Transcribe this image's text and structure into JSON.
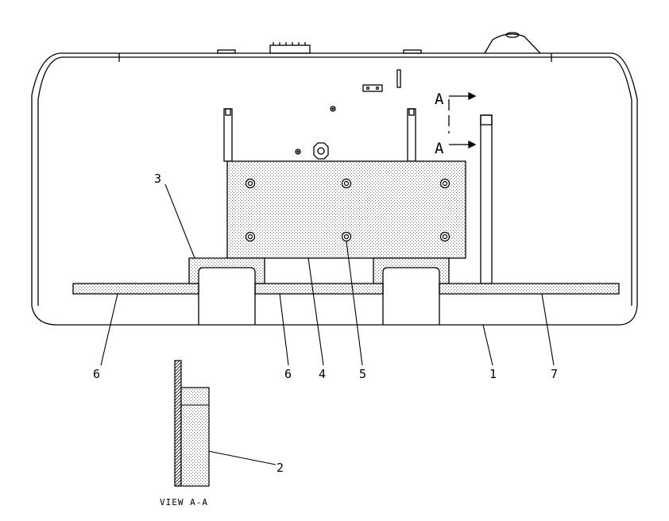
{
  "callouts": {
    "c1": "1",
    "c2": "2",
    "c3": "3",
    "c4": "4",
    "c5": "5",
    "c6a": "6",
    "c6b": "6",
    "c7": "7"
  },
  "section_marker": {
    "top": "A",
    "bottom": "A"
  },
  "view_caption": "VIEW A-A",
  "colors": {
    "line": "#000000",
    "paper": "#ffffff",
    "stipple": "#000000"
  }
}
